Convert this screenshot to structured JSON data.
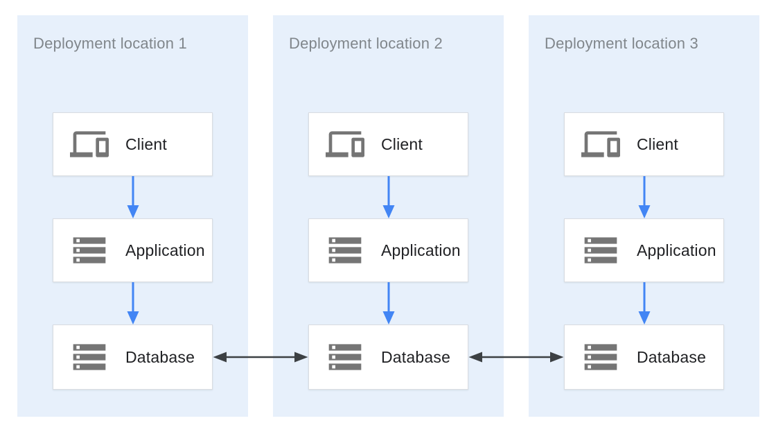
{
  "diagram": {
    "panels": [
      {
        "title": "Deployment location 1",
        "nodes": [
          {
            "label": "Client",
            "icon": "devices-icon"
          },
          {
            "label": "Application",
            "icon": "servers-icon"
          },
          {
            "label": "Database",
            "icon": "servers-icon"
          }
        ]
      },
      {
        "title": "Deployment location 2",
        "nodes": [
          {
            "label": "Client",
            "icon": "devices-icon"
          },
          {
            "label": "Application",
            "icon": "servers-icon"
          },
          {
            "label": "Database",
            "icon": "servers-icon"
          }
        ]
      },
      {
        "title": "Deployment location 3",
        "nodes": [
          {
            "label": "Client",
            "icon": "devices-icon"
          },
          {
            "label": "Application",
            "icon": "servers-icon"
          },
          {
            "label": "Database",
            "icon": "servers-icon"
          }
        ]
      }
    ],
    "flow_arrows": [
      "Client to Application",
      "Application to Database"
    ],
    "sync_arrows": [
      "Database location 1 to Database location 2 bidirectional",
      "Database location 2 to Database location 3 bidirectional"
    ],
    "colors": {
      "panel_bg": "#e7f0fb",
      "panel_title": "#80868b",
      "node_bg": "#ffffff",
      "node_border": "#d9dce1",
      "node_text": "#202124",
      "icon": "#757575",
      "flow_arrow": "#4285f4",
      "sync_arrow": "#3c4043",
      "canvas_bg": "#ffffff"
    }
  }
}
